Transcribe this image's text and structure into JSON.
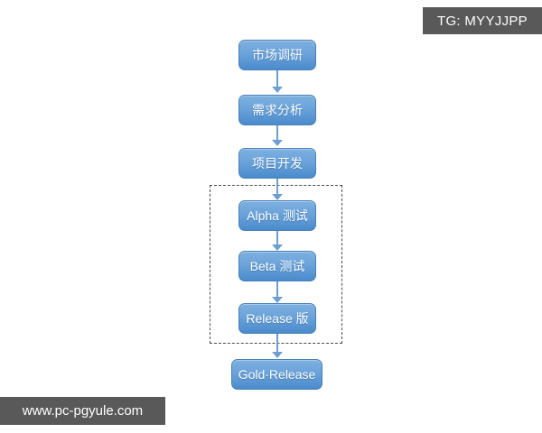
{
  "badge": {
    "text": "TG: MYYJJPP"
  },
  "watermark": {
    "text": "www.pc-pgyule.com"
  },
  "diagram": {
    "type": "flowchart",
    "orientation": "vertical",
    "title": "",
    "colors": {
      "node_fill_top": "#7cb0e0",
      "node_fill_bottom": "#4a8bcc",
      "node_border": "#4a7fb5",
      "node_text": "#ffffff",
      "connector": "#6f9fd0",
      "group_border": "#4a4a4a",
      "background": "#ffffff",
      "badge_background": "#595959"
    },
    "nodes": [
      {
        "id": "market-research",
        "label": "市场调研"
      },
      {
        "id": "requirement-analysis",
        "label": "需求分析"
      },
      {
        "id": "project-development",
        "label": "项目开发"
      },
      {
        "id": "alpha-test",
        "label": "Alpha 测试"
      },
      {
        "id": "beta-test",
        "label": "Beta 测试"
      },
      {
        "id": "release-version",
        "label": "Release 版"
      },
      {
        "id": "gold-release",
        "label": "Gold·Release"
      }
    ],
    "edges": [
      {
        "from": "market-research",
        "to": "requirement-analysis"
      },
      {
        "from": "requirement-analysis",
        "to": "project-development"
      },
      {
        "from": "project-development",
        "to": "alpha-test"
      },
      {
        "from": "alpha-test",
        "to": "beta-test"
      },
      {
        "from": "beta-test",
        "to": "release-version"
      },
      {
        "from": "release-version",
        "to": "gold-release"
      }
    ],
    "group": {
      "id": "testing-phase-group",
      "label": "",
      "style": "dashed",
      "members": [
        "alpha-test",
        "beta-test",
        "release-version"
      ]
    }
  }
}
